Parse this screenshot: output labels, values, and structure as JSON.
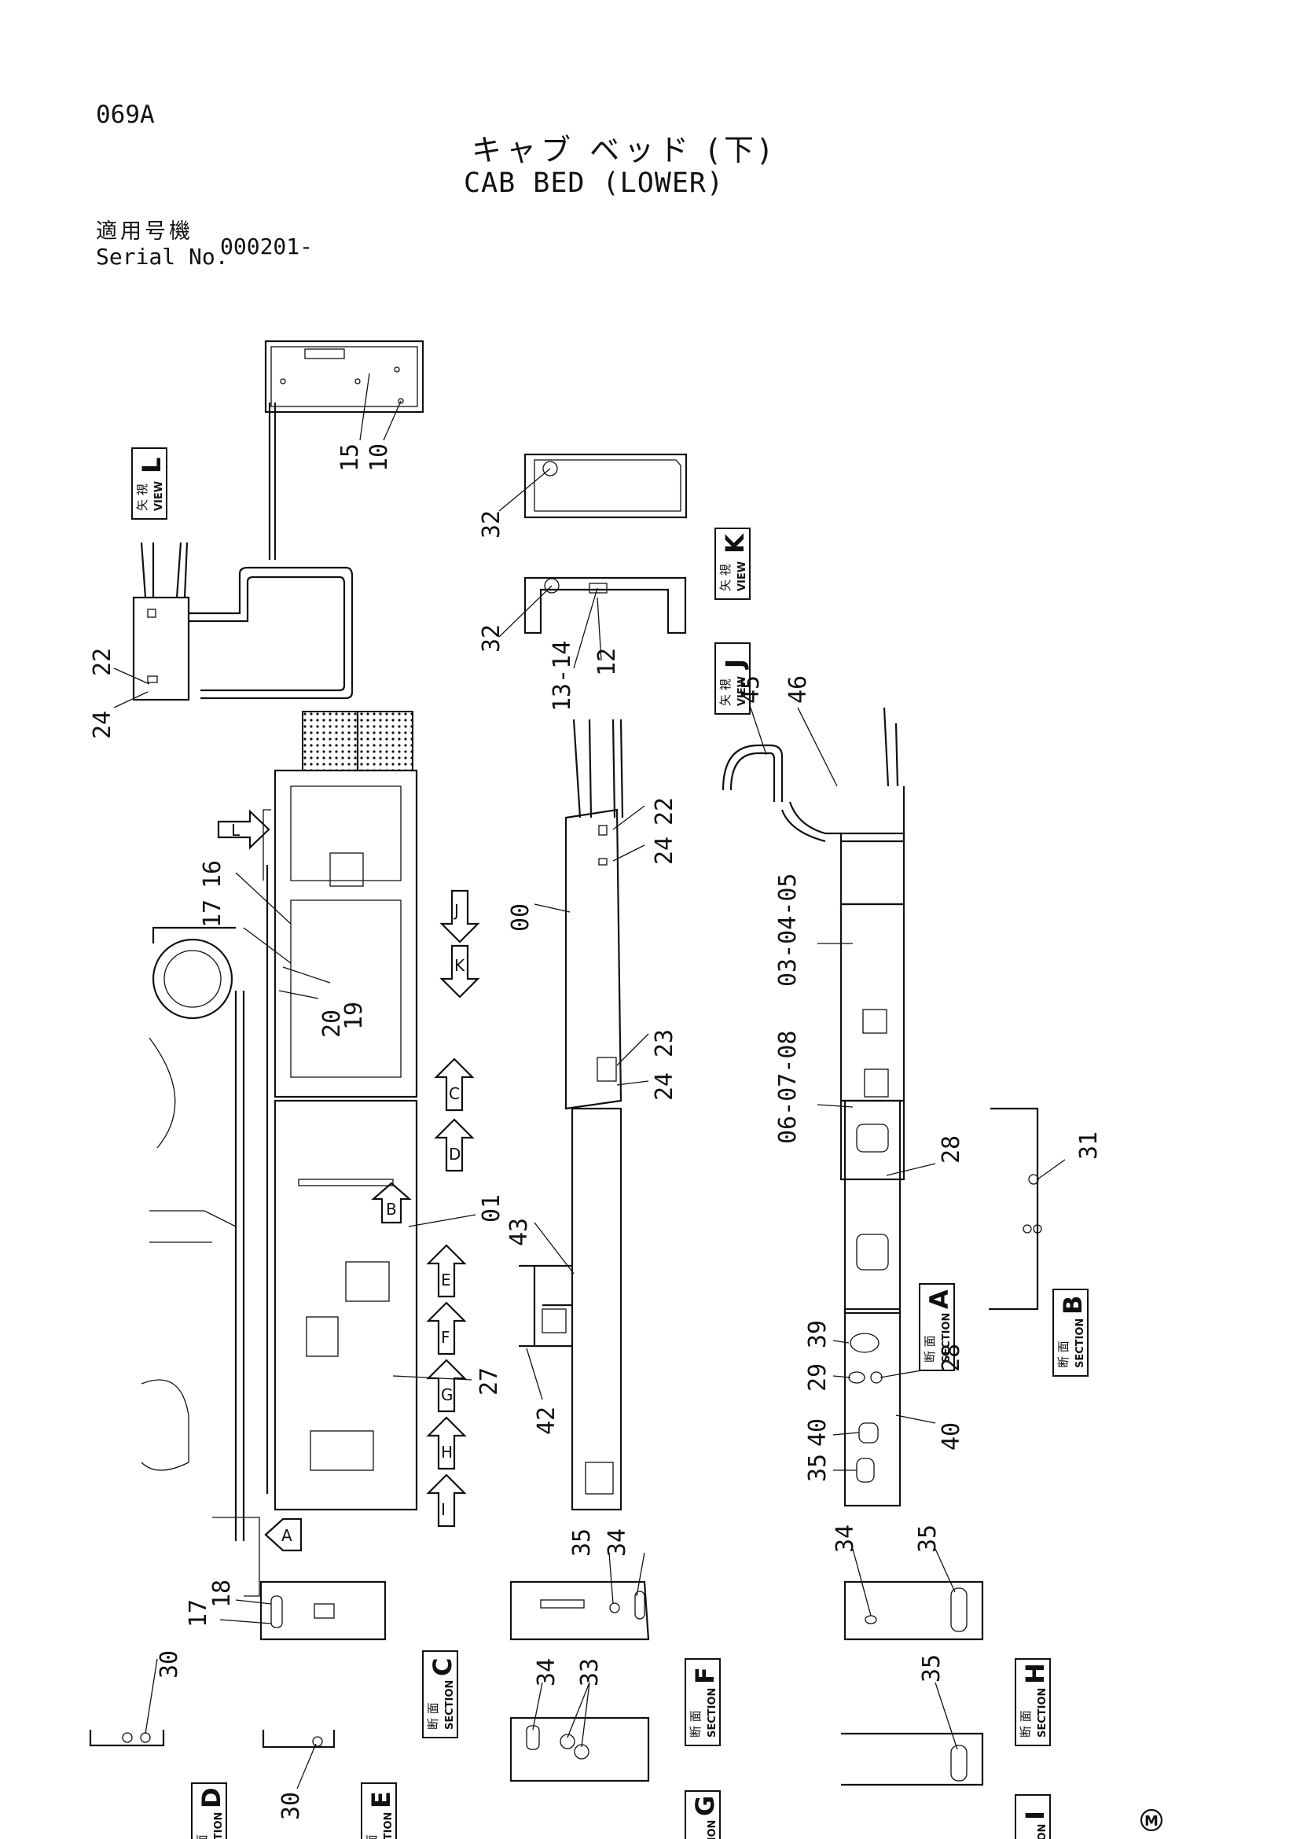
{
  "header": {
    "page_code": "069A",
    "title_jp": "キャブ ベッド (下)",
    "title_en": "CAB BED (LOWER)",
    "serial_label_jp": "適用号機",
    "serial_label_en": "Serial No.",
    "serial_value": "000201-"
  },
  "view_label": {
    "jp": "矢 視",
    "en": "VIEW"
  },
  "section_label": {
    "jp": "断 面",
    "en": "SECTION"
  },
  "views": [
    "L",
    "K",
    "J"
  ],
  "sections": [
    "A",
    "B",
    "C",
    "D",
    "E",
    "F",
    "G",
    "H",
    "I"
  ],
  "arrow_letters": [
    "L",
    "J",
    "K",
    "C",
    "D",
    "B",
    "E",
    "F",
    "G",
    "H",
    "I",
    "A"
  ],
  "callouts": {
    "c15": "15",
    "c10": "10",
    "c32a": "32",
    "c32b": "32",
    "c1314": "13-14",
    "c12": "12",
    "c22a": "22",
    "c24a": "24",
    "c45": "45",
    "c46": "46",
    "c16": "16",
    "c17a": "17",
    "c19": "19",
    "c20": "20",
    "c22b": "22",
    "c24b": "24",
    "c00": "00",
    "c030405": "03-04-05",
    "c23": "23",
    "c24c": "24",
    "c060708": "06-07-08",
    "c28a": "28",
    "c31": "31",
    "c01": "01",
    "c43": "43",
    "c39": "39",
    "c27": "27",
    "c42": "42",
    "c29": "29",
    "c28b": "28",
    "c40a": "40",
    "c40b": "40",
    "c35a": "35",
    "c35b": "35",
    "c34a": "34",
    "c34b": "34",
    "c35c": "35",
    "c18": "18",
    "c17b": "17",
    "c30a": "30",
    "c30b": "30",
    "c34c": "34",
    "c33": "33",
    "c35d": "35"
  },
  "footer_mark": "M"
}
